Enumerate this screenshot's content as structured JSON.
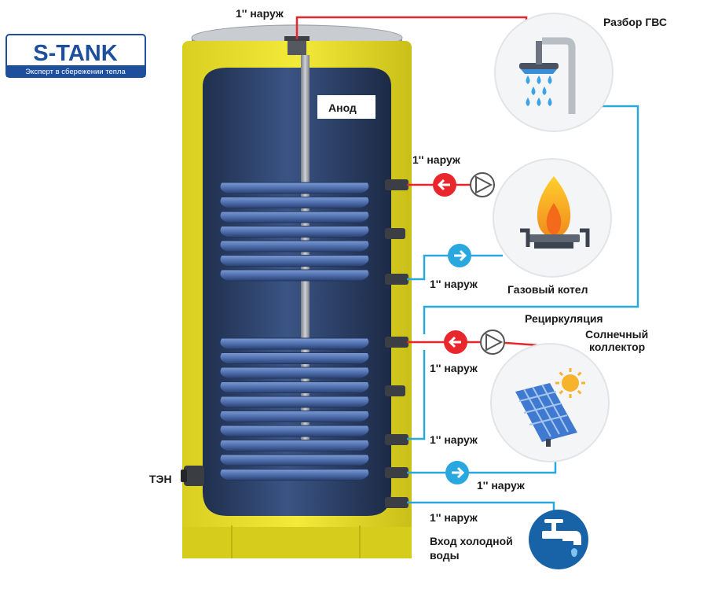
{
  "logo": {
    "brand": "S-TANK",
    "tagline": "Эксперт в сбережении тепла",
    "colors": {
      "red": "#e3262b",
      "blue": "#1d4f9c"
    }
  },
  "labels": {
    "top_outlet": "1'' наруж",
    "anode": "Анод",
    "boiler_outlet": "1'' наруж",
    "boiler_return": "1'' наруж",
    "gas_boiler": "Газовый котел",
    "recirculation": "Рециркуляция",
    "solar_outlet": "1'' наруж",
    "solar_collector_line1": "Солнечный",
    "solar_collector_line2": "коллектор",
    "lower_coil_outlet": "1'' наруж",
    "solar_return": "1'' наруж",
    "cold_inlet_conn": "1'' наруж",
    "cold_inlet_line1": "Вход холодной",
    "cold_inlet_line2": "воды",
    "heater": "ТЭН",
    "hot_water": "Разбор ГВС"
  },
  "icons": {
    "hot_water": "shower-icon",
    "gas_boiler": "gas-flame-icon",
    "solar_collector": "solar-panel-icon",
    "cold_water": "water-tap-icon",
    "pump": "pump-icon",
    "flow_in": "arrow-left-icon",
    "flow_out": "arrow-right-icon"
  },
  "colors": {
    "hot_line": "#e8262b",
    "cold_line": "#29a8df",
    "tank_shell": "#e6dc2a",
    "tank_inner": "#2d4368",
    "coil": "#4f6fae"
  }
}
